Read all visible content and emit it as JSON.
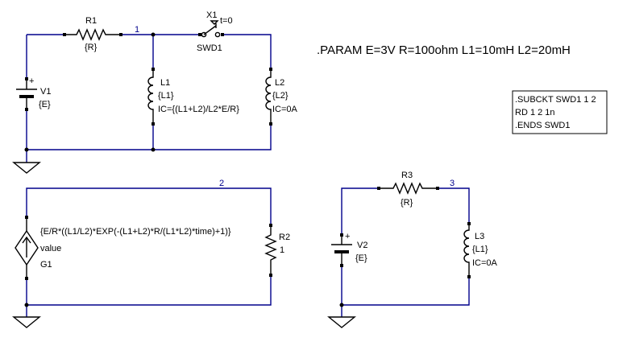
{
  "param_statement": ".PARAM  E=3V  R=100ohm  L1=10mH  L2=20mH",
  "subckt_box": {
    "lines": [
      ".SUBCKT SWD1 1 2",
      "RD 1 2 1n",
      ".ENDS SWD1"
    ]
  },
  "components": {
    "R1": {
      "name": "R1",
      "value": "{R}"
    },
    "X1": {
      "name": "X1",
      "time_label": "t=0",
      "model": "SWD1"
    },
    "L1": {
      "name": "L1",
      "value": "{L1}",
      "ic": "IC={(L1+L2)/L2*E/R}"
    },
    "L2": {
      "name": "L2",
      "value": "{L2}",
      "ic": "IC=0A"
    },
    "V1": {
      "name": "V1",
      "value": "{E}",
      "polarity": "+"
    },
    "G1": {
      "name": "G1",
      "expr": "{E/R*((L1/L2)*EXP(-(L1+L2)*R/(L1*L2)*time)+1)}",
      "type": "value"
    },
    "R2": {
      "name": "R2",
      "value": "1"
    },
    "R3": {
      "name": "R3",
      "value": "{R}"
    },
    "V2": {
      "name": "V2",
      "value": "{E}",
      "polarity": "+"
    },
    "L3": {
      "name": "L3",
      "value": "{L1}",
      "ic": "IC=0A"
    }
  },
  "nets": {
    "n1": "1",
    "n2": "2",
    "n3": "3"
  },
  "colors": {
    "wire": "#00008c",
    "component": "#000000",
    "background": "#ffffff"
  }
}
